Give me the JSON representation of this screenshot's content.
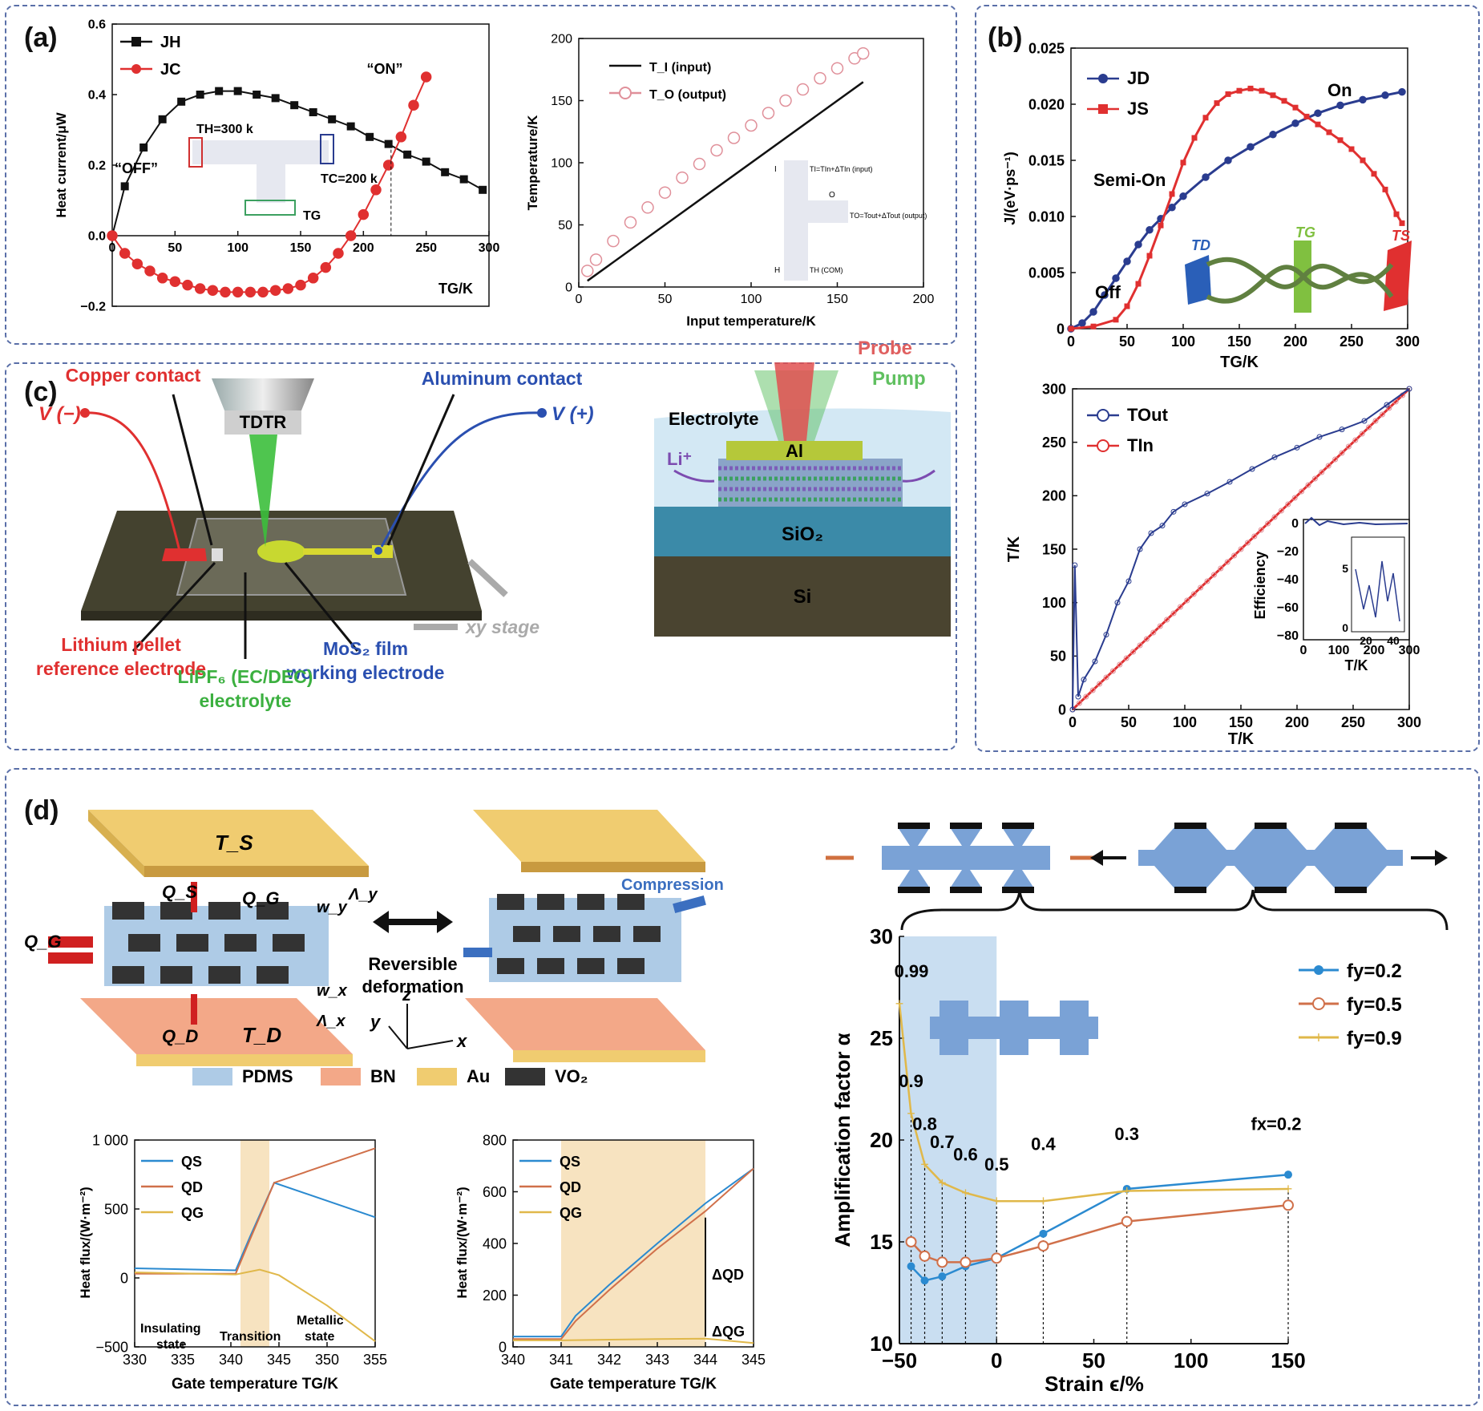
{
  "panels": {
    "a": "(a)",
    "b": "(b)",
    "c": "(c)",
    "d": "(d)"
  },
  "colors": {
    "black": "#111111",
    "red": "#e03030",
    "navy": "#2a3c8f",
    "pink": "#e0909a",
    "blue_fy02": "#2b8ad0",
    "orange_fy05": "#d0704a",
    "yellow_fy09": "#e0b84a",
    "band": "#f7e3c0",
    "strain_band": "#bcd6ee"
  },
  "chart_data": [
    {
      "id": "a1",
      "type": "line",
      "xlabel": "T_G/K",
      "ylabel": "Heat current/μW",
      "xlim": [
        0,
        300
      ],
      "ylim": [
        -0.2,
        0.6
      ],
      "xticks": [
        "0",
        "50",
        "100",
        "150",
        "200",
        "250",
        "300"
      ],
      "yticks": [
        "−0.2",
        "0.0",
        "0.2",
        "0.4",
        "0.6"
      ],
      "series": [
        {
          "name": "J_H",
          "x": [
            0,
            10,
            25,
            40,
            55,
            70,
            85,
            100,
            115,
            130,
            145,
            160,
            175,
            190,
            205,
            220,
            235,
            250,
            265,
            280,
            295
          ],
          "y": [
            0.0,
            0.14,
            0.25,
            0.33,
            0.38,
            0.4,
            0.41,
            0.41,
            0.4,
            0.39,
            0.37,
            0.35,
            0.33,
            0.31,
            0.28,
            0.26,
            0.23,
            0.21,
            0.18,
            0.16,
            0.13
          ]
        },
        {
          "name": "J_C",
          "x": [
            0,
            10,
            20,
            30,
            40,
            50,
            60,
            70,
            80,
            90,
            100,
            110,
            120,
            130,
            140,
            150,
            160,
            170,
            180,
            190,
            200,
            210,
            220,
            230,
            240,
            250
          ],
          "y": [
            0.0,
            -0.05,
            -0.08,
            -0.1,
            -0.12,
            -0.13,
            -0.14,
            -0.15,
            -0.155,
            -0.16,
            -0.16,
            -0.16,
            -0.16,
            -0.155,
            -0.15,
            -0.14,
            -0.12,
            -0.09,
            -0.05,
            0.0,
            0.06,
            0.13,
            0.2,
            0.28,
            0.37,
            0.45
          ]
        }
      ],
      "annotations": [
        "“OFF”",
        "“ON”",
        "T_H=300 k",
        "T_C=200 k",
        "T_G"
      ]
    },
    {
      "id": "a2",
      "type": "line",
      "xlabel": "Input temperature/K",
      "ylabel": "Temperature/K",
      "xlim": [
        0,
        200
      ],
      "ylim": [
        0,
        200
      ],
      "xticks": [
        "0",
        "50",
        "100",
        "150",
        "200"
      ],
      "yticks": [
        "0",
        "50",
        "100",
        "150",
        "200"
      ],
      "series": [
        {
          "name": "T_I (input)",
          "x": [
            5,
            165
          ],
          "y": [
            5,
            165
          ]
        },
        {
          "name": "T_O (output)",
          "x": [
            5,
            10,
            20,
            30,
            40,
            50,
            60,
            70,
            80,
            90,
            100,
            110,
            120,
            130,
            140,
            150,
            160,
            165
          ],
          "y": [
            13,
            22,
            37,
            52,
            64,
            76,
            88,
            99,
            110,
            120,
            130,
            140,
            150,
            159,
            168,
            176,
            184,
            188
          ]
        }
      ],
      "annotations": [
        "T_I=T_In+ΔT_In (input)",
        "T_O=T_out+ΔT_out (output)",
        "T_H (COM)",
        "I",
        "O",
        "H"
      ]
    },
    {
      "id": "b1",
      "type": "line",
      "xlabel": "T_G/K",
      "ylabel": "J/(eV·ps⁻¹)",
      "xlim": [
        0,
        300
      ],
      "ylim": [
        0,
        0.025
      ],
      "xticks": [
        "0",
        "50",
        "100",
        "150",
        "200",
        "250",
        "300"
      ],
      "yticks": [
        "0",
        "0.005",
        "0.010",
        "0.015",
        "0.020",
        "0.025"
      ],
      "series": [
        {
          "name": "J_D",
          "x": [
            0,
            10,
            20,
            30,
            40,
            50,
            60,
            70,
            80,
            90,
            100,
            120,
            140,
            160,
            180,
            200,
            220,
            240,
            260,
            280,
            295
          ],
          "y": [
            0,
            0.0005,
            0.0015,
            0.003,
            0.0045,
            0.006,
            0.0075,
            0.0088,
            0.0098,
            0.0108,
            0.0118,
            0.0135,
            0.015,
            0.0162,
            0.0173,
            0.0183,
            0.0192,
            0.0199,
            0.0204,
            0.0208,
            0.0211
          ]
        },
        {
          "name": "J_S",
          "x": [
            0,
            20,
            40,
            50,
            60,
            70,
            80,
            90,
            100,
            110,
            120,
            130,
            140,
            150,
            160,
            170,
            180,
            190,
            200,
            210,
            220,
            230,
            240,
            250,
            260,
            270,
            280,
            290,
            295
          ],
          "y": [
            0,
            0.0002,
            0.0008,
            0.002,
            0.004,
            0.0065,
            0.0092,
            0.012,
            0.0148,
            0.017,
            0.0188,
            0.0201,
            0.0209,
            0.0212,
            0.0214,
            0.0212,
            0.0208,
            0.0203,
            0.0197,
            0.0189,
            0.0182,
            0.0175,
            0.0168,
            0.016,
            0.015,
            0.0138,
            0.0124,
            0.0102,
            0.0094
          ]
        }
      ],
      "annotations": [
        "Off",
        "Semi-On",
        "On",
        "T_D",
        "T_G",
        "T_S"
      ]
    },
    {
      "id": "b2",
      "type": "line",
      "xlabel": "T/K",
      "ylabel": "T/K",
      "xlim": [
        0,
        300
      ],
      "ylim": [
        0,
        300
      ],
      "xticks": [
        "0",
        "50",
        "100",
        "150",
        "200",
        "250",
        "300"
      ],
      "yticks": [
        "0",
        "50",
        "100",
        "150",
        "200",
        "250",
        "300"
      ],
      "series": [
        {
          "name": "T_Out",
          "x": [
            0,
            2,
            5,
            10,
            20,
            30,
            40,
            50,
            60,
            70,
            80,
            90,
            100,
            120,
            140,
            160,
            180,
            200,
            220,
            240,
            260,
            280,
            300
          ],
          "y": [
            0,
            135,
            12,
            28,
            45,
            70,
            100,
            120,
            150,
            165,
            172,
            185,
            192,
            202,
            213,
            225,
            236,
            245,
            255,
            262,
            270,
            285,
            300
          ]
        },
        {
          "name": "T_In",
          "x": [
            0,
            300
          ],
          "y": [
            0,
            300
          ]
        }
      ],
      "inset": {
        "xlabel": "T/K",
        "ylabel": "Efficiency",
        "xticks": [
          "0",
          "100",
          "200",
          "300"
        ],
        "yticks": [
          "0",
          "−20",
          "−40",
          "−60",
          "−80"
        ],
        "zoom_xticks": [
          "20",
          "40"
        ],
        "zoom_yticks": [
          "0",
          "5"
        ]
      }
    },
    {
      "id": "d1",
      "type": "line",
      "xlabel": "Gate temperature T_G/K",
      "ylabel": "Heat flux/(W·m⁻²)",
      "xlim": [
        330,
        355
      ],
      "ylim": [
        -500,
        1000
      ],
      "xticks": [
        "330",
        "335",
        "340",
        "345",
        "350",
        "355"
      ],
      "yticks": [
        "−500",
        "0",
        "500",
        "1 000"
      ],
      "series": [
        {
          "name": "Q_S",
          "x": [
            330,
            340.5,
            342,
            344.5,
            355
          ],
          "y": [
            70,
            55,
            300,
            690,
            440
          ]
        },
        {
          "name": "Q_D",
          "x": [
            330,
            340.5,
            342,
            344.5,
            355
          ],
          "y": [
            30,
            30,
            280,
            690,
            940
          ]
        },
        {
          "name": "Q_G",
          "x": [
            330,
            340.5,
            343,
            345,
            350,
            355
          ],
          "y": [
            40,
            25,
            60,
            20,
            -200,
            -460
          ]
        }
      ],
      "annotations": [
        "Insulating state",
        "Transition",
        "Metallic state"
      ]
    },
    {
      "id": "d2",
      "type": "line",
      "xlabel": "Gate temperature T_G/K",
      "ylabel": "Heat flux/(W·m⁻²)",
      "xlim": [
        340,
        345
      ],
      "ylim": [
        0,
        800
      ],
      "xticks": [
        "340",
        "341",
        "342",
        "343",
        "344",
        "345"
      ],
      "yticks": [
        "0",
        "200",
        "400",
        "600",
        "800"
      ],
      "series": [
        {
          "name": "Q_S",
          "x": [
            340,
            341,
            341.3,
            342,
            343,
            344,
            345
          ],
          "y": [
            40,
            40,
            120,
            240,
            400,
            555,
            690
          ]
        },
        {
          "name": "Q_D",
          "x": [
            340,
            341,
            341.3,
            342,
            343,
            344,
            345
          ],
          "y": [
            30,
            30,
            100,
            220,
            380,
            525,
            690
          ]
        },
        {
          "name": "Q_G",
          "x": [
            340,
            341,
            342,
            343,
            344,
            345
          ],
          "y": [
            25,
            25,
            28,
            30,
            32,
            15
          ]
        }
      ],
      "annotations": [
        "ΔQ_D",
        "ΔQ_G"
      ]
    },
    {
      "id": "d3",
      "type": "line",
      "xlabel": "Strain ϵ/%",
      "ylabel": "Amplification factor α",
      "xlim": [
        -50,
        150
      ],
      "ylim": [
        10,
        30
      ],
      "xticks": [
        "−50",
        "0",
        "50",
        "100",
        "150"
      ],
      "yticks": [
        "10",
        "15",
        "20",
        "25",
        "30"
      ],
      "series": [
        {
          "name": "f_y=0.2",
          "x": [
            -44,
            -37,
            -28,
            -16,
            0,
            24,
            67,
            150
          ],
          "y": [
            13.8,
            13.1,
            13.3,
            13.8,
            14.2,
            15.4,
            17.6,
            18.3
          ]
        },
        {
          "name": "f_y=0.5",
          "x": [
            -44,
            -37,
            -28,
            -16,
            0,
            24,
            67,
            150
          ],
          "y": [
            15.0,
            14.3,
            14.0,
            14.0,
            14.2,
            14.8,
            16.0,
            16.8
          ]
        },
        {
          "name": "f_y=0.9",
          "x": [
            -50,
            -44,
            -37,
            -28,
            -16,
            0,
            24,
            67,
            150
          ],
          "y": [
            26.7,
            21.3,
            18.8,
            17.9,
            17.4,
            17.0,
            17.0,
            17.5,
            17.6
          ]
        }
      ],
      "point_labels": [
        "0.99",
        "0.9",
        "0.8",
        "0.7",
        "0.6",
        "0.5",
        "0.4",
        "0.3",
        "f_x=0.2"
      ]
    }
  ],
  "panel_c": {
    "labels": {
      "tdtr": "TDTR",
      "copper": "Copper contact",
      "aluminum": "Aluminum contact",
      "v_minus": "V (−)",
      "v_plus": "V (+)",
      "lithium1": "Lithium pellet",
      "lithium2": "reference electrode",
      "mos2_1": "MoS₂ film",
      "mos2_2": "working electrode",
      "lipf1": "LiPF₆ (EC/DEC)",
      "lipf2": "electrolyte",
      "xy": "xy stage",
      "probe": "Probe",
      "pump": "Pump",
      "electrolyte": "Electrolyte",
      "al": "Al",
      "li": "Li⁺",
      "sio2": "SiO₂",
      "si": "Si"
    }
  },
  "panel_d": {
    "labels": {
      "ts": "T_S",
      "td": "T_D",
      "qs": "Q_S",
      "qg": "Q_G",
      "qg2": "Q_G",
      "qd": "Q_D",
      "wy": "w_y",
      "ly": "Λ_y",
      "wx": "w_x",
      "lx": "Λ_x",
      "reversible": "Reversible",
      "deformation": "deformation",
      "compression": "Compression",
      "axis_z": "z",
      "axis_y": "y",
      "axis_x": "x"
    },
    "legend": [
      "PDMS",
      "BN",
      "Au",
      "VO₂"
    ]
  }
}
